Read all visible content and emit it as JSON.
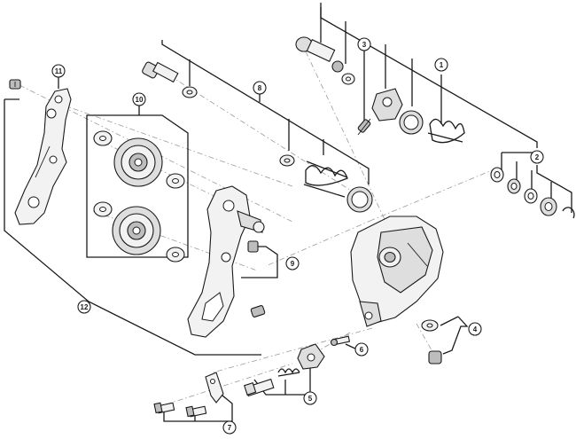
{
  "callouts": [
    {
      "id": "c1",
      "label": "1"
    },
    {
      "id": "c2",
      "label": "2"
    },
    {
      "id": "c3",
      "label": "3"
    },
    {
      "id": "c4",
      "label": "4"
    },
    {
      "id": "c5",
      "label": "5"
    },
    {
      "id": "c6",
      "label": "6"
    },
    {
      "id": "c7",
      "label": "7"
    },
    {
      "id": "c8",
      "label": "8"
    },
    {
      "id": "c9",
      "label": "9"
    },
    {
      "id": "c10",
      "label": "10"
    },
    {
      "id": "c11",
      "label": "11"
    },
    {
      "id": "c12",
      "label": "12"
    }
  ],
  "colors": {
    "line": "#1a1a1a",
    "guide": "#9a9a9a",
    "part_fill": "#f2f2f2",
    "part_shade": "#bdbdbd",
    "background": "#ffffff"
  }
}
